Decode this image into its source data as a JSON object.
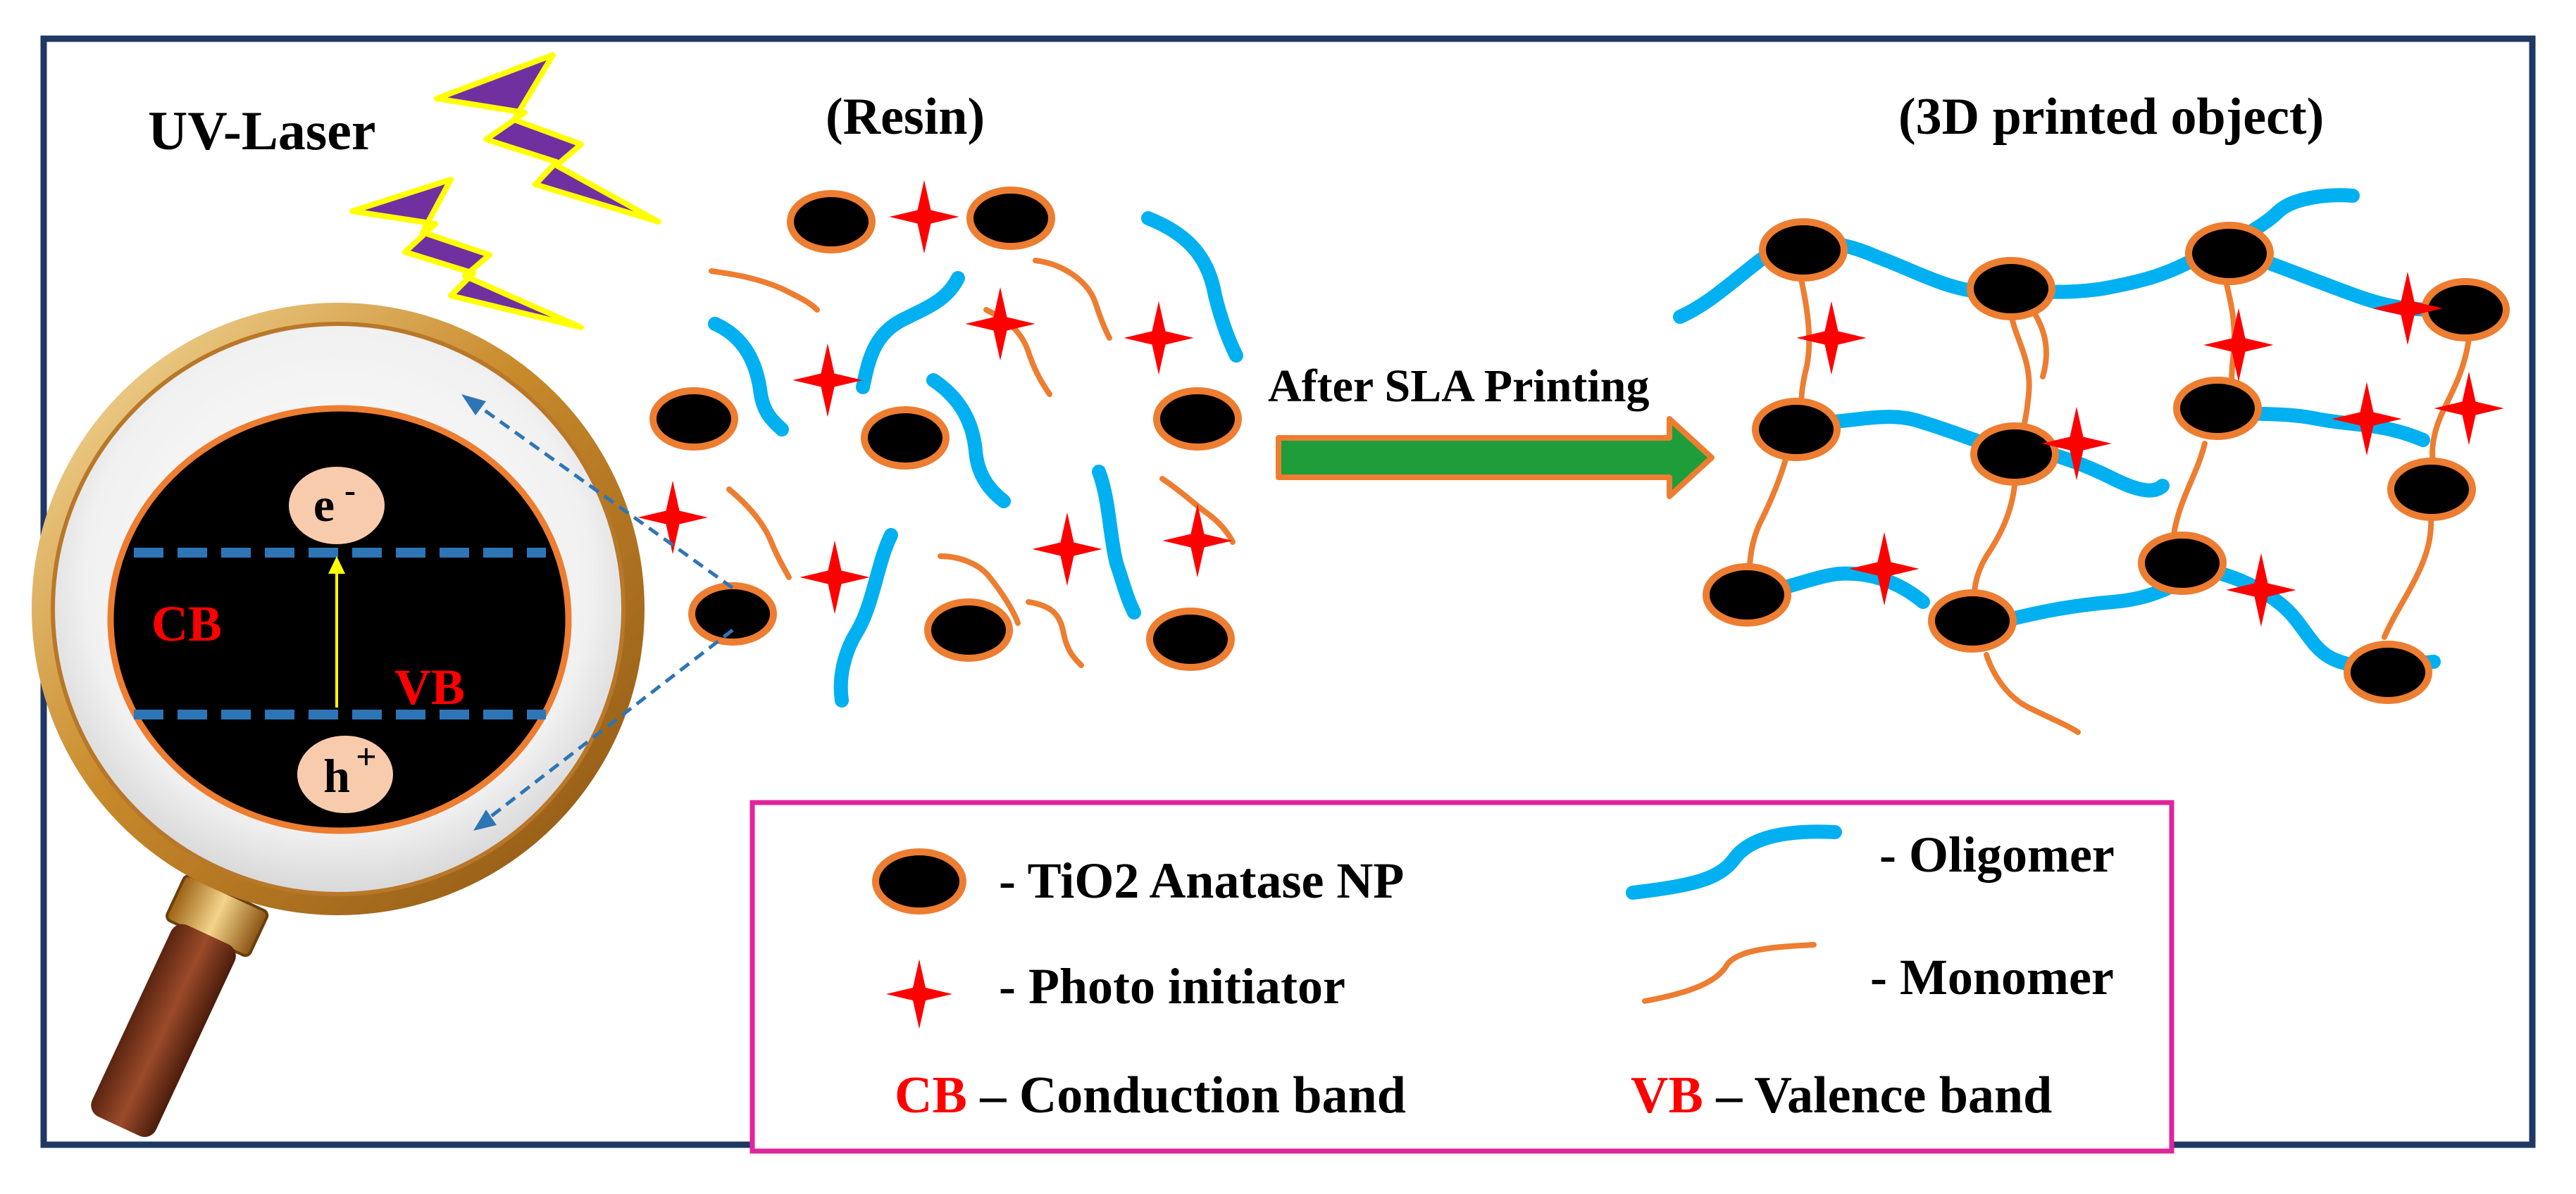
{
  "labels": {
    "uv_laser": "UV-Laser",
    "resin": "(Resin)",
    "printed_object": "(3D printed object)",
    "after_sla": "After SLA Printing"
  },
  "magnifier": {
    "electron": "e",
    "electron_sup": "-",
    "hole": "h",
    "hole_sup": "+",
    "cb": "CB",
    "vb": "VB"
  },
  "legend": {
    "nanoparticle": "- TiO2 Anatase NP",
    "photoinitiator": "- Photo initiator",
    "oligomer": "- Oligomer",
    "monomer": "- Monomer",
    "cb_abbr": "CB",
    "cb_text": " – Conduction band",
    "vb_abbr": "VB",
    "vb_text": " – Valence band"
  },
  "colors": {
    "frame": "#1f3864",
    "nanoparticle_fill": "#000000",
    "nanoparticle_ring": "#ed7d31",
    "oligomer": "#00b0f0",
    "monomer": "#ed7d31",
    "photoinitiator": "#ff0000",
    "arrow_fill": "#1f9d3a",
    "arrow_outline": "#ed7d31",
    "lightning": "#7030a0",
    "lightning_outline": "#ffff00",
    "legend_border": "#e0249c",
    "band_line": "#2e75b6",
    "label_red": "#ff0000"
  }
}
